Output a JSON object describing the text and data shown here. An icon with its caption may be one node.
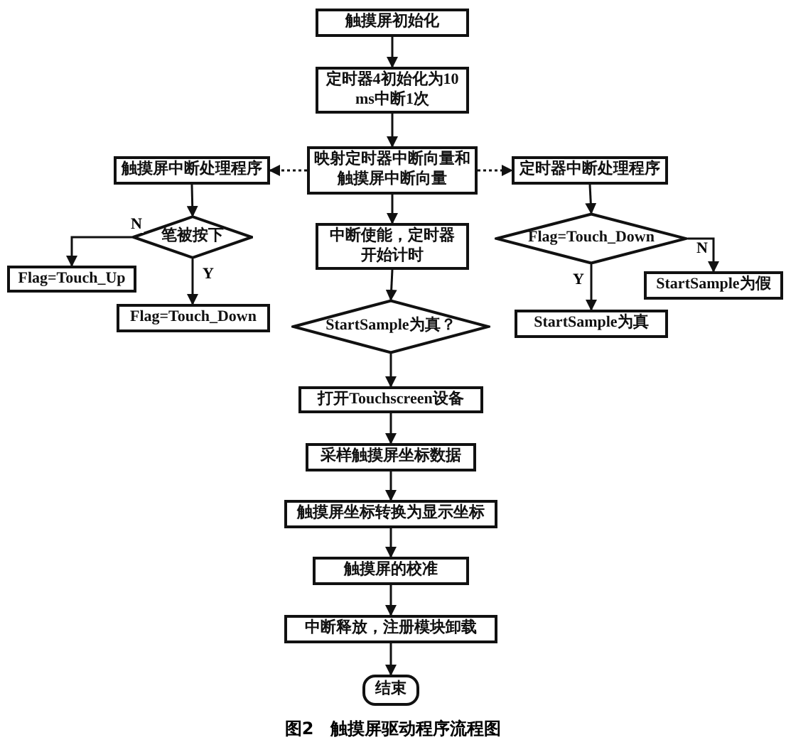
{
  "diagram": {
    "caption": "图2　触摸屏驱动程序流程图",
    "nodes": [
      {
        "text": [
          "触摸屏初始化"
        ]
      },
      {
        "text": [
          "定时器4初始化为10 ms中断1次"
        ]
      },
      {
        "text": [
          "映射定时器中断向量和触摸屏中断向量"
        ]
      },
      {
        "text": [
          "触摸屏中断处理程序"
        ]
      },
      {
        "text": [
          "定时器中断处理程序"
        ]
      },
      {
        "text": [
          "笔被按下"
        ]
      },
      {
        "text": [
          "中断使能，定时器开始计时"
        ]
      },
      {
        "text": [
          "Flag=Touch_Down"
        ]
      },
      {
        "text": [
          "Flag=Touch_Up"
        ]
      },
      {
        "text": [
          "Flag=Touch_Down"
        ]
      },
      {
        "text": [
          "StartSample为假"
        ]
      },
      {
        "text": [
          "StartSample为真"
        ]
      },
      {
        "text": [
          "StartSample为真？"
        ]
      },
      {
        "text": [
          "打开Touchscreen设备"
        ]
      },
      {
        "text": [
          "采样触摸屏坐标数据"
        ]
      },
      {
        "text": [
          "触摸屏坐标转换为显示坐标"
        ]
      },
      {
        "text": [
          "触摸屏的校准"
        ]
      },
      {
        "text": [
          "中断释放，注册模块卸载"
        ]
      },
      {
        "text": [
          "结束"
        ]
      }
    ],
    "edges": [
      {
        "from": 0,
        "to": 1,
        "arrow": "to"
      },
      {
        "from": 1,
        "to": 2,
        "arrow": "to"
      },
      {
        "from": 2,
        "to": 3,
        "arrow": "to",
        "style": "dashed"
      },
      {
        "from": 2,
        "to": 4,
        "arrow": "to",
        "style": "dashed"
      },
      {
        "from": 3,
        "to": 5,
        "arrow": "to"
      },
      {
        "from": 5,
        "to": 8,
        "arrow": "to",
        "label": "N"
      },
      {
        "from": 5,
        "to": 9,
        "arrow": "to",
        "label": "Y"
      },
      {
        "from": 4,
        "to": 7,
        "arrow": "to"
      },
      {
        "from": 7,
        "to": 10,
        "arrow": "to",
        "label": "N"
      },
      {
        "from": 7,
        "to": 11,
        "arrow": "to",
        "label": "Y"
      },
      {
        "from": 2,
        "to": 6,
        "arrow": "to"
      },
      {
        "from": 6,
        "to": 12,
        "arrow": "to"
      },
      {
        "from": 12,
        "to": 13,
        "arrow": "to"
      },
      {
        "from": 13,
        "to": 14,
        "arrow": "to"
      },
      {
        "from": 14,
        "to": 15,
        "arrow": "to"
      },
      {
        "from": 15,
        "to": 16,
        "arrow": "to"
      },
      {
        "from": 16,
        "to": 17,
        "arrow": "to"
      },
      {
        "from": 17,
        "to": 18,
        "arrow": "to"
      }
    ]
  }
}
